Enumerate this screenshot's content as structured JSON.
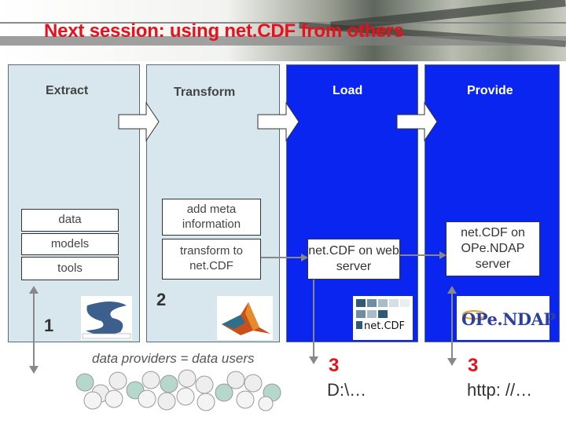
{
  "title": "Next session: using net.CDF from others",
  "stages": {
    "extract": "Extract",
    "transform": "Transform",
    "load": "Load",
    "provide": "Provide"
  },
  "boxes": {
    "data": "data",
    "models": "models",
    "tools": "tools",
    "add_meta": "add meta information",
    "transform_netcdf": "transform to net.CDF",
    "web_server": "net.CDF on web server",
    "opendap_server": "net.CDF on OPe.NDAP server"
  },
  "numbers": {
    "one": "1",
    "two": "2",
    "three_load": "3",
    "three_provide": "3"
  },
  "paths": {
    "local": "D:\\…",
    "http": "http: //…"
  },
  "providers_caption": "data providers = data users",
  "logos": {
    "netcdf": "net.CDF",
    "opendap": "OPe.NDAP"
  },
  "colors": {
    "title_red": "#e8101a",
    "stage_light": "#d8e7ee",
    "stage_blue": "#0a25f0"
  }
}
